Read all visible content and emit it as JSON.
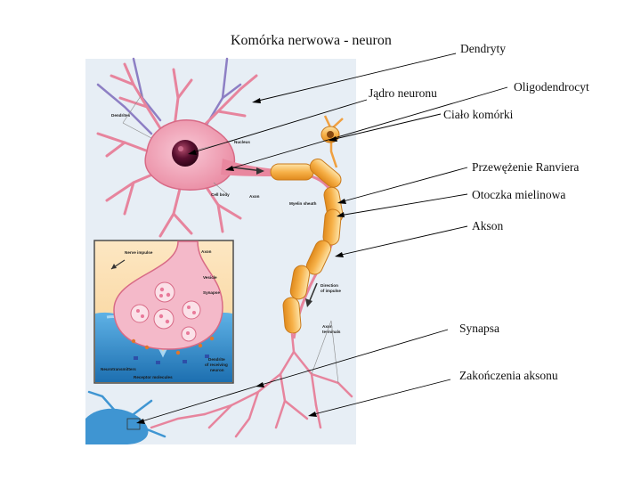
{
  "title": "Komórka nerwowa - neuron",
  "labels": {
    "dendryty": "Dendryty",
    "oligodendrocyt": "Oligodendrocyt",
    "jadro": "Jądro neuronu",
    "cialo": "Ciało komórki",
    "ranvier": "Przewężenie Ranviera",
    "mielina": "Otoczka mielinowa",
    "akson": "Akson",
    "synapsa": "Synapsa",
    "zakonczenia": "Zakończenia aksonu"
  },
  "figure_labels": {
    "dendrites": "Dendrites",
    "nucleus": "Nucleus",
    "cell_body": "Cell body",
    "axon": "Axon",
    "myelin_sheath": "Myelin sheath",
    "direction_line1": "Direction",
    "direction_line2": "of impulse",
    "axon_terminals_line1": "Axon",
    "axon_terminals_line2": "terminals",
    "nerve_impulse": "Nerve impulse",
    "inset_axon": "Axon",
    "vesicle": "Vesicle",
    "synapse": "Synapse",
    "neurotransmitters": "Neurotransmitters",
    "receptor_molecules": "Receptor molecules",
    "dendrite_receiving_line1": "Dendrite",
    "dendrite_receiving_line2": "of receiving",
    "dendrite_receiving_line3": "neuron"
  }
}
